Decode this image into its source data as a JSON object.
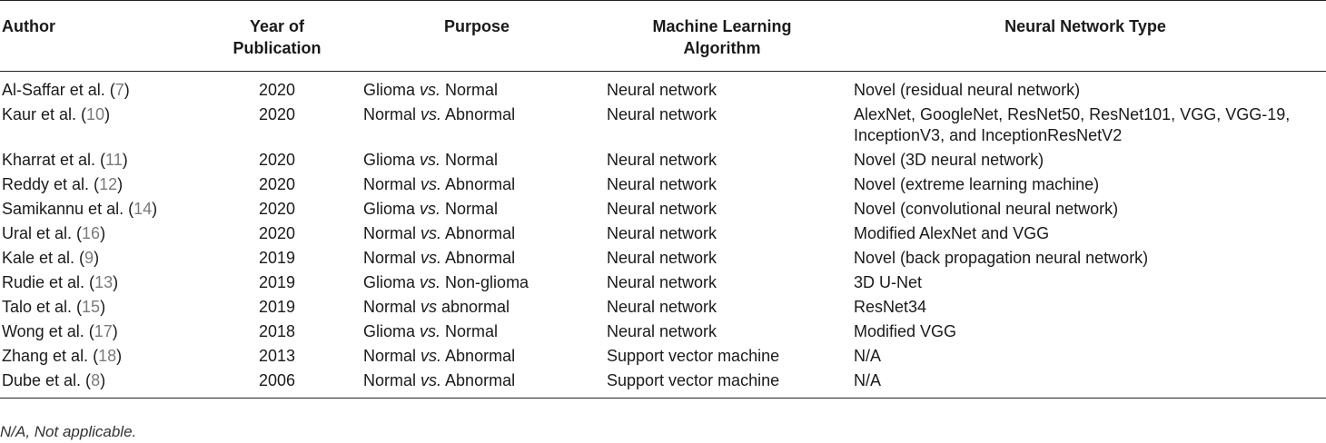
{
  "table": {
    "headers": {
      "author": "Author",
      "year_line1": "Year of",
      "year_line2": "Publication",
      "purpose": "Purpose",
      "algo_line1": "Machine Learning",
      "algo_line2": "Algorithm",
      "nn": "Neural Network Type"
    },
    "rows": [
      {
        "author": "Al-Saffar et al. (",
        "ref": "7",
        "year": "2020",
        "p1": "Glioma ",
        "vs": "vs.",
        "p2": " Normal",
        "algo": "Neural network",
        "nn": "Novel (residual neural network)"
      },
      {
        "author": "Kaur et al. (",
        "ref": "10",
        "year": "2020",
        "p1": "Normal ",
        "vs": "vs.",
        "p2": " Abnormal",
        "algo": "Neural network",
        "nn": "AlexNet, GoogleNet, ResNet50, ResNet101, VGG, VGG-19, InceptionV3, and InceptionResNetV2"
      },
      {
        "author": "Kharrat et al. (",
        "ref": "11",
        "year": "2020",
        "p1": "Glioma ",
        "vs": "vs.",
        "p2": " Normal",
        "algo": "Neural network",
        "nn": "Novel (3D neural network)"
      },
      {
        "author": "Reddy et al. (",
        "ref": "12",
        "year": "2020",
        "p1": "Normal ",
        "vs": "vs.",
        "p2": " Abnormal",
        "algo": "Neural network",
        "nn": "Novel (extreme learning machine)"
      },
      {
        "author": "Samikannu et al. (",
        "ref": "14",
        "year": "2020",
        "p1": "Glioma ",
        "vs": "vs.",
        "p2": " Normal",
        "algo": "Neural network",
        "nn": "Novel (convolutional neural network)"
      },
      {
        "author": "Ural et al. (",
        "ref": "16",
        "year": "2020",
        "p1": "Normal ",
        "vs": "vs.",
        "p2": " Abnormal",
        "algo": "Neural network",
        "nn": "Modified AlexNet and VGG"
      },
      {
        "author": "Kale et al. (",
        "ref": "9",
        "year": "2019",
        "p1": "Normal ",
        "vs": "vs.",
        "p2": " Abnormal",
        "algo": "Neural network",
        "nn": "Novel (back propagation neural network)"
      },
      {
        "author": "Rudie et al. (",
        "ref": "13",
        "year": "2019",
        "p1": "Glioma ",
        "vs": "vs.",
        "p2": " Non-glioma",
        "algo": "Neural network",
        "nn": "3D U-Net"
      },
      {
        "author": "Talo et al. (",
        "ref": "15",
        "year": "2019",
        "p1": "Normal ",
        "vs": "vs",
        "p2": " abnormal",
        "algo": "Neural network",
        "nn": "ResNet34"
      },
      {
        "author": "Wong et al. (",
        "ref": "17",
        "year": "2018",
        "p1": "Glioma ",
        "vs": "vs.",
        "p2": " Normal",
        "algo": "Neural network",
        "nn": "Modified VGG"
      },
      {
        "author": "Zhang et al. (",
        "ref": "18",
        "year": "2013",
        "p1": "Normal ",
        "vs": "vs.",
        "p2": " Abnormal",
        "algo": "Support vector machine",
        "nn": "N/A"
      },
      {
        "author": "Dube et al. (",
        "ref": "8",
        "year": "2006",
        "p1": "Normal ",
        "vs": "vs.",
        "p2": " Abnormal",
        "algo": "Support vector machine",
        "nn": "N/A"
      }
    ],
    "ref_close": ")"
  },
  "footnote": "N/A, Not applicable."
}
